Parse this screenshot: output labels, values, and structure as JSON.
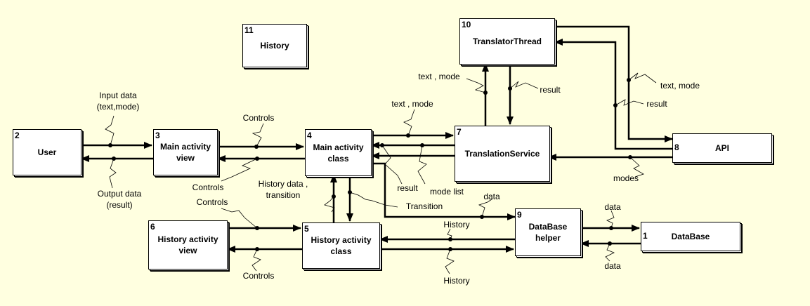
{
  "colors": {
    "background": "#ffffe0",
    "box_fill": "#ffffff",
    "line": "#000000"
  },
  "boxes": [
    {
      "id": "db",
      "num": "1",
      "title": "DataBase"
    },
    {
      "id": "user",
      "num": "2",
      "title": "User"
    },
    {
      "id": "mav",
      "num": "3",
      "title": "Main activity\nview"
    },
    {
      "id": "mac",
      "num": "4",
      "title": "Main activity\nclass"
    },
    {
      "id": "hac",
      "num": "5",
      "title": "History activity\nclass"
    },
    {
      "id": "hav",
      "num": "6",
      "title": "History activity\nview"
    },
    {
      "id": "ts",
      "num": "7",
      "title": "TranslationService"
    },
    {
      "id": "api",
      "num": "8",
      "title": "API"
    },
    {
      "id": "dbh",
      "num": "9",
      "title": "DataBase\nhelper"
    },
    {
      "id": "tt",
      "num": "10",
      "title": "TranslatorThread"
    },
    {
      "id": "history",
      "num": "11",
      "title": "History"
    }
  ],
  "labels": {
    "input_data": "Input data\n(text,mode)",
    "output_data": "Output data\n(result)",
    "controls_top": "Controls",
    "controls_mid": "Controls",
    "controls_hav_in": "Controls",
    "controls_hav_out": "Controls",
    "text_mode_ts": "text , mode",
    "text_mode_tt": "text , mode",
    "result_tt": "result",
    "text_mode_api": "text, mode",
    "result_api": "result",
    "modes": "modes",
    "result_ts": "result",
    "mode_list": "mode list",
    "history_data": "History data ,\ntransition",
    "transition": "Transition",
    "data_dbh": "data",
    "history_in": "History",
    "history_out": "History",
    "data_db_in": "data",
    "data_db_out": "data"
  }
}
